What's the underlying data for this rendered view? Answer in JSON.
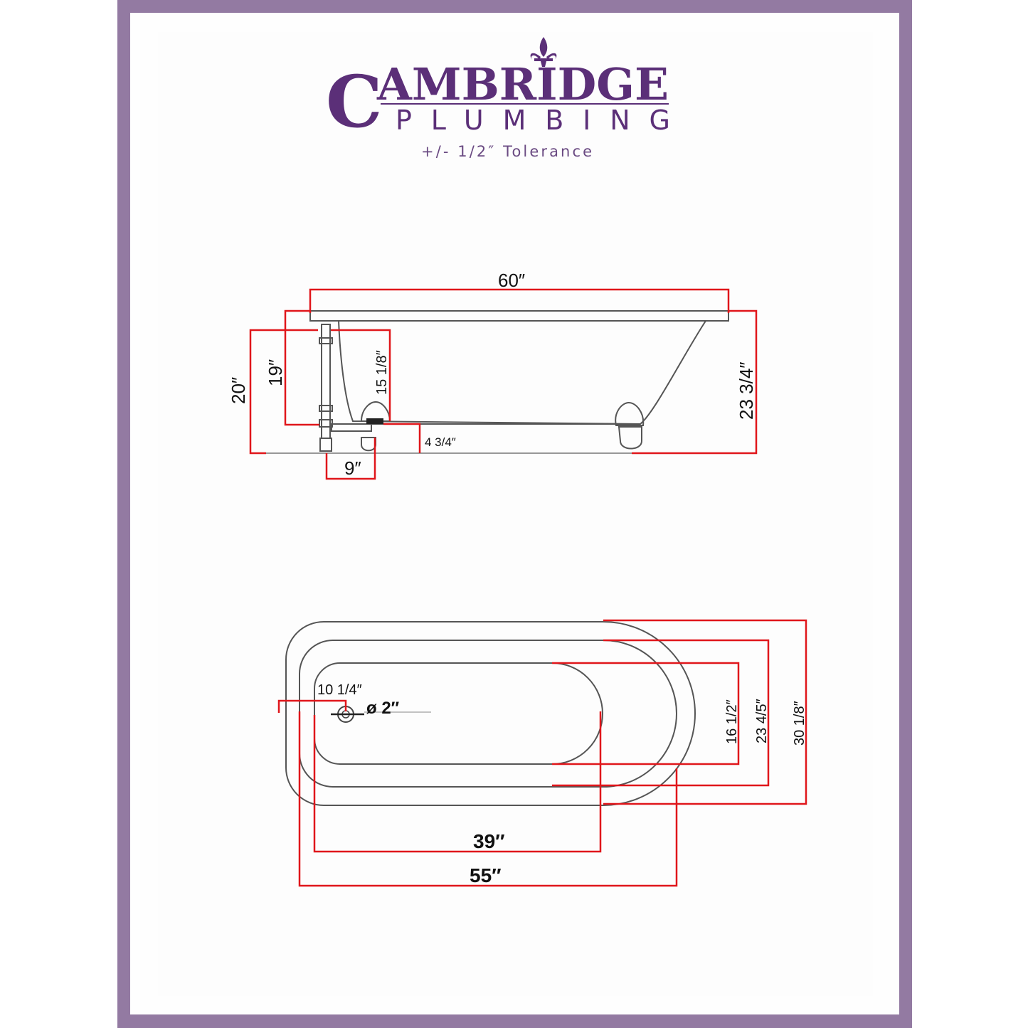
{
  "brand": {
    "initial": "C",
    "name_rest": "AMBRIDGE",
    "subtitle": "PLUMBING",
    "tolerance": "+/- 1/2″ Tolerance"
  },
  "side_view": {
    "length": "60″",
    "overall_height": "23 3/4″",
    "height_20": "20″",
    "height_19": "19″",
    "height_15": "15 1/8″",
    "drain_height": "4 3/4″",
    "drain_offset": "9″"
  },
  "top_view": {
    "drain_distance": "10 1/4″",
    "drain_diameter": "ø 2″",
    "inner_width": "16 1/2″",
    "mid_width": "23 4/5″",
    "outer_width": "30 1/8″",
    "inner_length": "39″",
    "bottom_length": "55″"
  },
  "colors": {
    "frame": "#937aa2",
    "brand": "#5b2f78",
    "dimension_line": "#e0161b",
    "outline": "#555555"
  }
}
